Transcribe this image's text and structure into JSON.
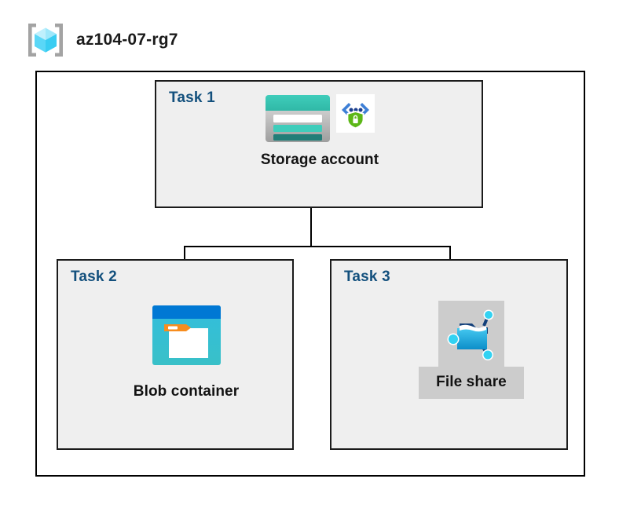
{
  "header": {
    "icon": "resource-group-icon",
    "title": "az104-07-rg7"
  },
  "diagram": {
    "type": "azure-architecture",
    "container_label": "resource-group-boundary",
    "tasks": [
      {
        "id": "task-1",
        "label": "Task 1",
        "node": {
          "name": "Storage account",
          "icon": "storage-account-icon",
          "secondary_icon": "private-endpoint-icon",
          "highlighted": false
        }
      },
      {
        "id": "task-2",
        "label": "Task 2",
        "node": {
          "name": "Blob container",
          "icon": "blob-container-icon",
          "secondary_icon": null,
          "highlighted": false
        }
      },
      {
        "id": "task-3",
        "label": "Task 3",
        "node": {
          "name": "File share",
          "icon": "file-share-icon",
          "secondary_icon": null,
          "highlighted": true
        }
      }
    ],
    "connections": [
      {
        "from": "Storage account",
        "to": "Blob container"
      },
      {
        "from": "Storage account",
        "to": "File share"
      }
    ]
  },
  "colors": {
    "task_label": "#13507d",
    "task_box_fill": "#efefef",
    "task_box_border": "#1b1b1b",
    "boundary_border": "#000000",
    "caption_text": "#121212",
    "highlight_plate": "#cccccc",
    "storage_teal": "#37c2b1",
    "storage_teal_dark": "#217e78",
    "blob_blue": "#0078d4",
    "blob_cyan": "#32bedd",
    "blob_tag_orange": "#f78d1e",
    "fileshare_blue": "#32bedd",
    "endpoint_green": "#5cb717",
    "rg_cube_cyan": "#5ad7f7",
    "rg_bracket_gray": "#a3a3a3"
  }
}
